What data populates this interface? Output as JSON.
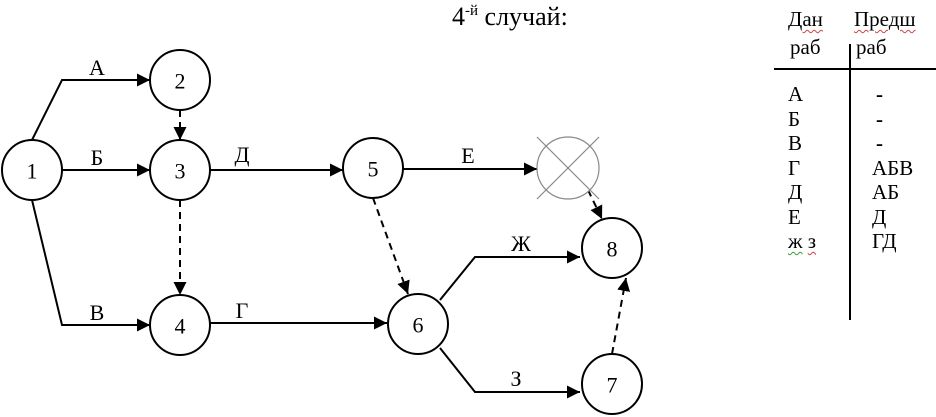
{
  "title": {
    "main": "4",
    "superscript": "-й",
    "rest": " случай:"
  },
  "network": {
    "nodes": [
      {
        "id": "1",
        "label": "1"
      },
      {
        "id": "2",
        "label": "2"
      },
      {
        "id": "3",
        "label": "3"
      },
      {
        "id": "4",
        "label": "4"
      },
      {
        "id": "5",
        "label": "5"
      },
      {
        "id": "6",
        "label": "6"
      },
      {
        "id": "7",
        "label": "7"
      },
      {
        "id": "8",
        "label": "8"
      },
      {
        "id": "x",
        "label": "",
        "crossed_out": true
      }
    ],
    "edges": [
      {
        "from": "1",
        "to": "2",
        "label": "А",
        "style": "solid"
      },
      {
        "from": "1",
        "to": "3",
        "label": "Б",
        "style": "solid"
      },
      {
        "from": "1",
        "to": "4",
        "label": "В",
        "style": "solid"
      },
      {
        "from": "2",
        "to": "3",
        "label": "",
        "style": "dashed"
      },
      {
        "from": "3",
        "to": "5",
        "label": "Д",
        "style": "solid"
      },
      {
        "from": "3",
        "to": "4",
        "label": "",
        "style": "dashed"
      },
      {
        "from": "4",
        "to": "6",
        "label": "Г",
        "style": "solid"
      },
      {
        "from": "5",
        "to": "x",
        "label": "Е",
        "style": "solid"
      },
      {
        "from": "5",
        "to": "6",
        "label": "",
        "style": "dashed"
      },
      {
        "from": "x",
        "to": "8",
        "label": "",
        "style": "dashed"
      },
      {
        "from": "6",
        "to": "8",
        "label": "Ж",
        "style": "solid"
      },
      {
        "from": "6",
        "to": "7",
        "label": "З",
        "style": "solid"
      },
      {
        "from": "7",
        "to": "8",
        "label": "",
        "style": "dashed"
      }
    ]
  },
  "table": {
    "header": {
      "col1_line1": "Дан",
      "col1_line2": "раб",
      "col2_line1": "Предш",
      "col2_line2": "раб"
    },
    "rows": [
      {
        "work": "А",
        "pred": "-"
      },
      {
        "work": "Б",
        "pred": "-"
      },
      {
        "work": "В",
        "pred": "-"
      },
      {
        "work": "Г",
        "pred": "АБВ"
      },
      {
        "work": "Д",
        "pred": "АБ"
      },
      {
        "work": "Е",
        "pred": "Д"
      },
      {
        "work_a": "ж",
        "work_b": "з",
        "pred": "ГД"
      }
    ]
  }
}
